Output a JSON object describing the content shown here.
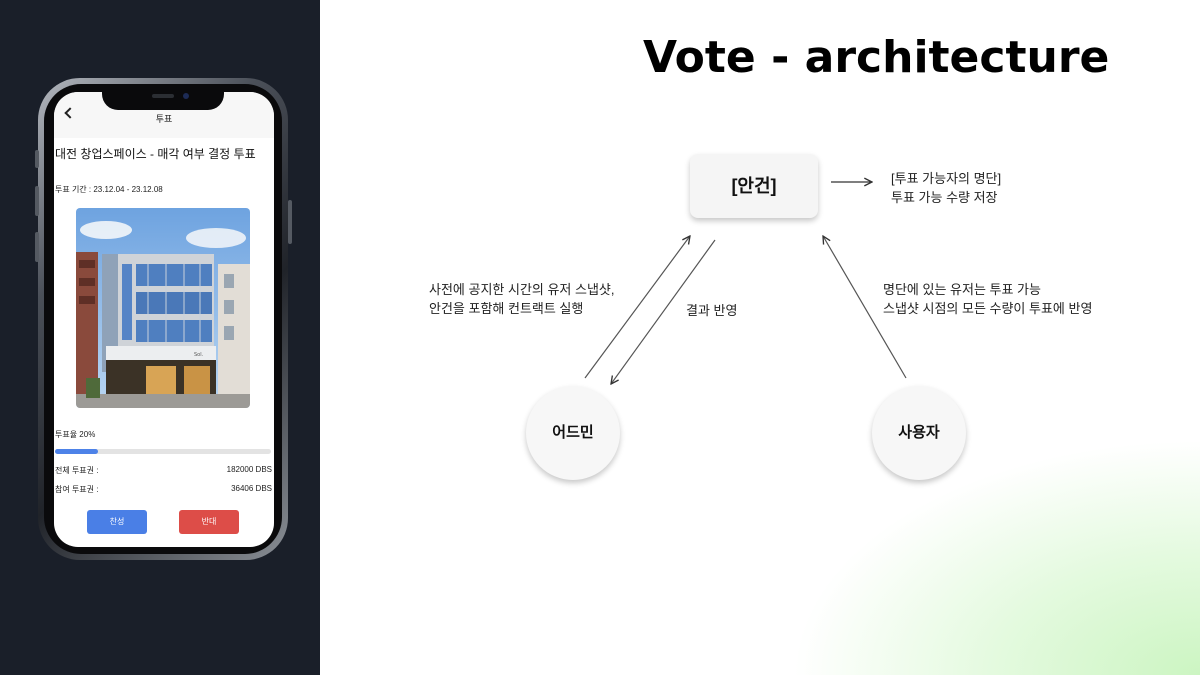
{
  "phone_app": {
    "header_title": "투표",
    "vote_title": "대전 창업스페이스 - 매각 여부 결정 투표",
    "vote_period": "투표 기간 : 23.12.04 - 23.12.08",
    "vote_rate_label": "투표율 20%",
    "vote_rate_fraction": 0.2,
    "total_votes_label": "전체 투표권 :",
    "total_votes_value": "182000 DBS",
    "participated_label": "참여 투표권 :",
    "participated_value": "36406 DBS",
    "approve_label": "찬성",
    "reject_label": "반대",
    "photo_sign": "Sol."
  },
  "slide": {
    "title": "Vote - architecture",
    "agenda_label": "[안건]",
    "agenda_note_line1": "[투표 가능자의 명단]",
    "agenda_note_line2": "투표 가능 수량 저장",
    "admin_label": "어드민",
    "user_label": "사용자",
    "admin_note_line1": "사전에 공지한 시간의 유저 스냅샷,",
    "admin_note_line2": "안건을 포함해 컨트랙트 실행",
    "result_note": "결과 반영",
    "user_note_line1": "명단에 있는 유저는 투표 가능",
    "user_note_line2": "스냅샷 시점의 모든 수량이 투표에 반영"
  },
  "colors": {
    "left_panel_bg": "#1a1f29",
    "approve_button": "#4a7fe6",
    "reject_button": "#dd4d48",
    "progress_fill": "#4d82e8",
    "accent_gradient": "#ccf5c2"
  }
}
